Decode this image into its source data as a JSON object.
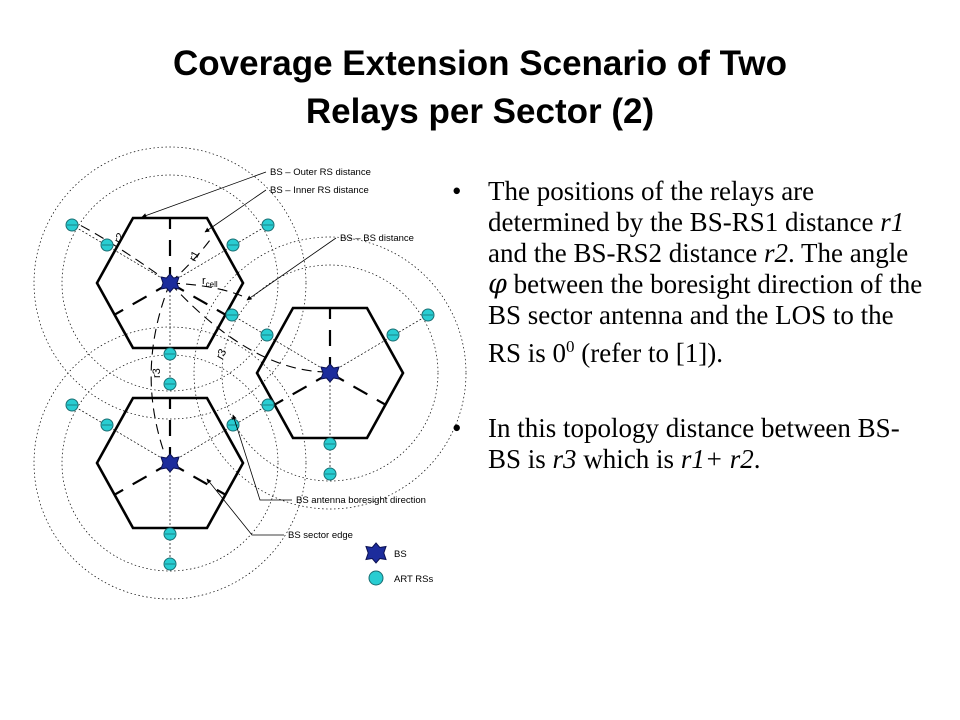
{
  "title": {
    "line1": "Coverage Extension Scenario of Two",
    "line2": "Relays per Sector (2)"
  },
  "diagram": {
    "callouts": {
      "outer_rs": "BS – Outer RS distance",
      "inner_rs": "BS – Inner RS distance",
      "bs_bs": "BS – BS distance",
      "boresight": "BS antenna boresight direction",
      "sector_edge": "BS sector edge"
    },
    "labels": {
      "r1": "r1",
      "r2": "r2",
      "r3_left": "r3",
      "r3_mid": "r3",
      "r_main": "r",
      "r_sub": "cell"
    },
    "legend": {
      "bs": "BS",
      "rs": "ART RSs"
    },
    "colors": {
      "bs_star": "#1c2c9c",
      "rs_circle": "#28cdd2"
    }
  },
  "bullets": [
    {
      "marker": "•",
      "t1": "The positions of the relays are determined by the BS-RS1 distance ",
      "r1": "r1",
      "t2": " and the BS-RS2 distance ",
      "r2": "r2",
      "t3": ". The angle ",
      "phi": "φ",
      "t4": " between the boresight direction of the BS sector antenna and the LOS to the RS is 0",
      "sup": "0",
      "t5": " (refer to [1])."
    },
    {
      "marker": "•",
      "t1": "In this topology distance between BS-BS is ",
      "r3": "r3",
      "t2": " which is ",
      "sum": "r1+ r2",
      "t3": "."
    }
  ]
}
